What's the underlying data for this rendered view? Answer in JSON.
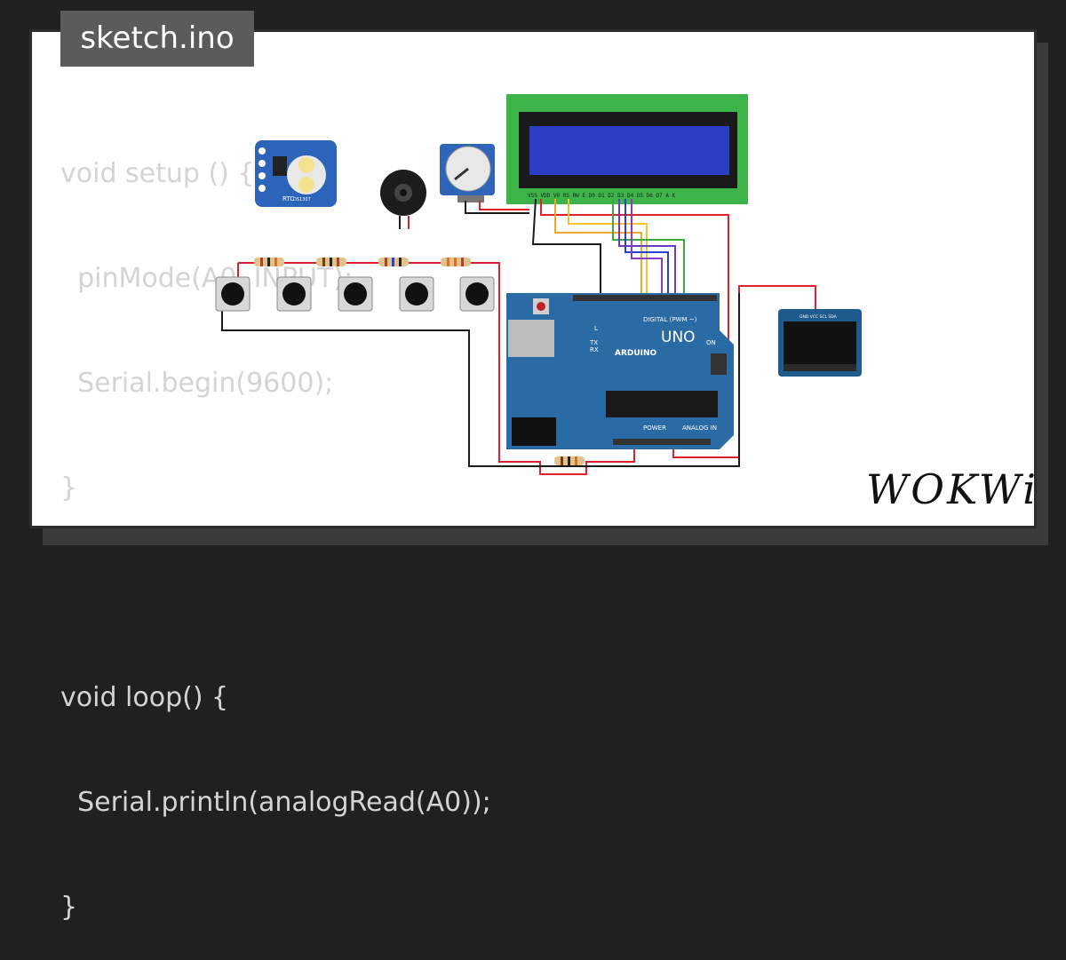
{
  "file_tab": {
    "label": "sketch.ino"
  },
  "code_lines": [
    "void setup () {",
    "  pinMode(A0, INPUT);",
    "  Serial.begin(9600);",
    "}",
    "",
    "void loop() {",
    "  Serial.println(analogRead(A0));",
    "}"
  ],
  "brand": {
    "logo_text": "WOKWi"
  },
  "components": {
    "rtc": {
      "label": "RTC",
      "part": "DS1307"
    },
    "lcd": {
      "pins": "VSS VDD V0 RS RW E D0 D1 D2 D3 D4 D5 D6 D7 A K"
    },
    "arduino": {
      "model": "UNO",
      "brand": "ARDUINO",
      "digital_label": "DIGITAL (PWM ~)",
      "power_label": "POWER",
      "analog_label": "ANALOG IN",
      "led_l": "L",
      "led_tx": "TX",
      "led_rx": "RX",
      "led_on": "ON"
    },
    "oled": {
      "pins": "GND VCC SCL SDA"
    }
  },
  "colors": {
    "board_blue": "#2a6aa5",
    "lcd_green": "#3db44a",
    "lcd_screen": "#2c3fc4",
    "oled_blue": "#1f5b8c",
    "wire_red": "#e0202a",
    "wire_black": "#1a1a1a"
  }
}
